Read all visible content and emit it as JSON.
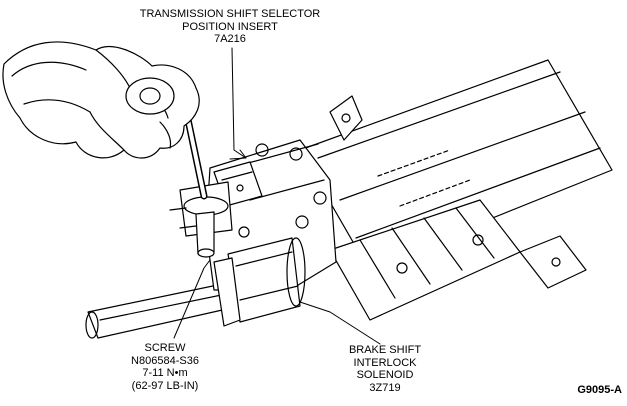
{
  "callouts": {
    "selector_insert": [
      "TRANSMISSION SHIFT SELECTOR",
      "POSITION INSERT",
      "7A216"
    ],
    "screw": [
      "SCREW",
      "N806584-S36",
      "7-11 N•m",
      "(62-97 LB-IN)"
    ],
    "solenoid": [
      "BRAKE SHIFT",
      "INTERLOCK",
      "SOLENOID",
      "3Z719"
    ]
  },
  "figure_id": "G9095-A"
}
